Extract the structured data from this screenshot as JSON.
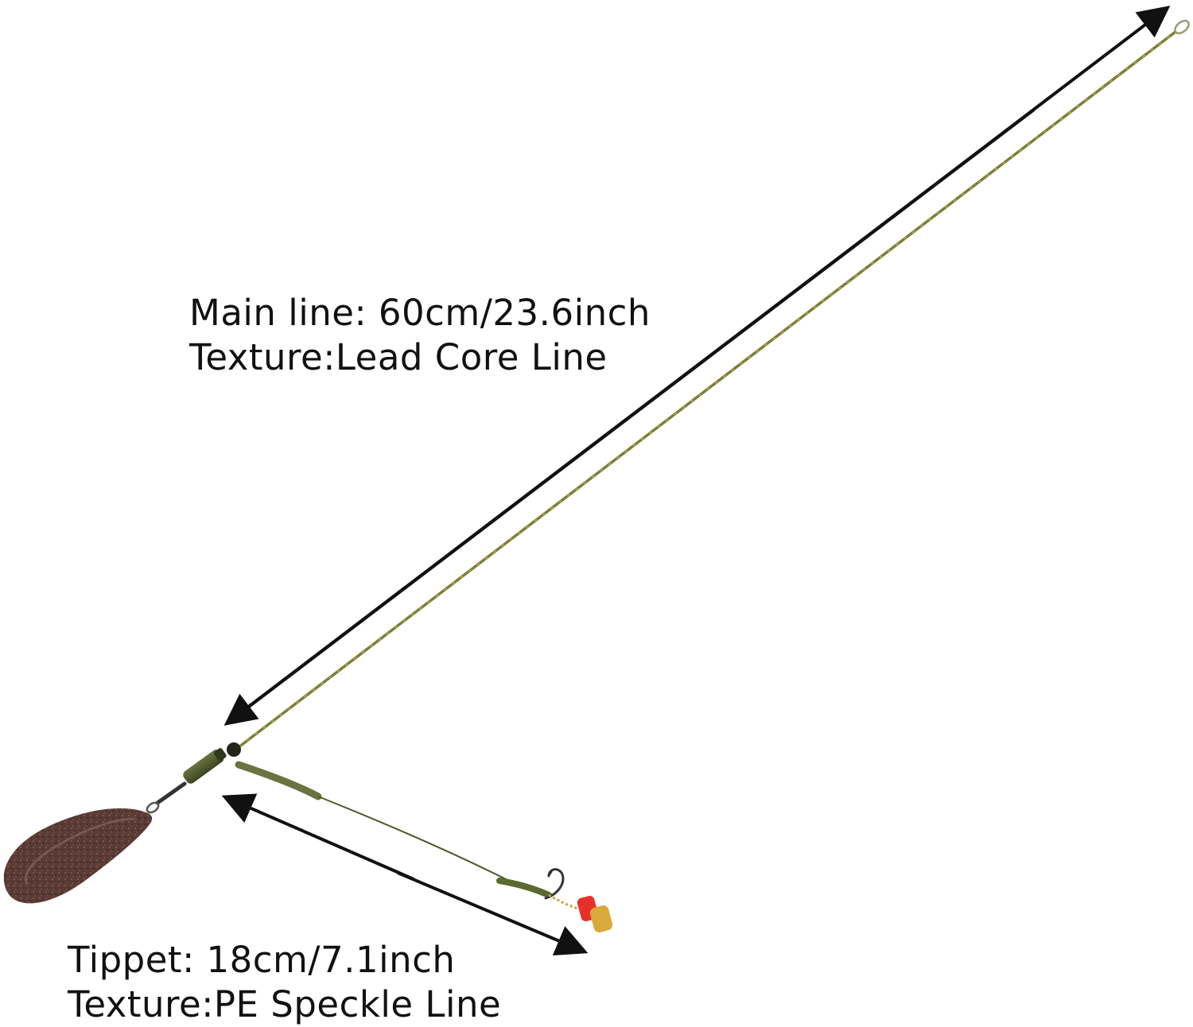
{
  "main_line": {
    "length_label": "Main line: 60cm/23.6inch",
    "texture_label": "Texture:Lead Core Line"
  },
  "tippet": {
    "length_label": "Tippet: 18cm/7.1inch",
    "texture_label": "Texture:PE Speckle Line"
  },
  "colors": {
    "background": "#ffffff",
    "arrow": "#111111",
    "lead_core_line": "#7a7f3a",
    "lead_weight": "#5a3a34",
    "tube": "#4f5a2e",
    "boilie_red": "#e8302a",
    "boilie_yellow": "#d9a93a"
  }
}
